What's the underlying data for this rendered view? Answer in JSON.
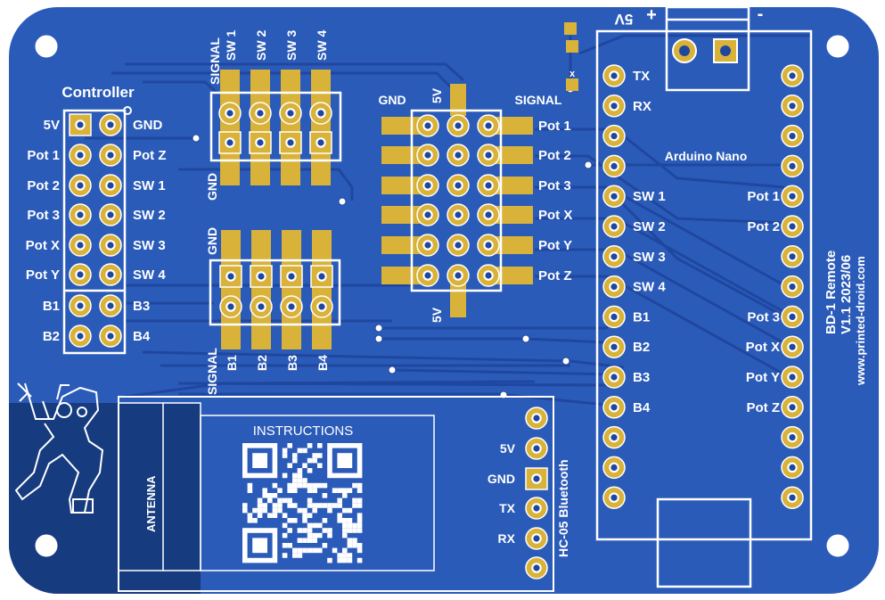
{
  "board": {
    "board_color": "#2b5bb8",
    "board_dark": "#163b7e",
    "trace_color": "#1f47a0",
    "pad_color": "#d9b23a",
    "silk_color": "#ffffff",
    "power_label": "5V",
    "plus_label": "+",
    "minus_label": "-",
    "x_mark": "x",
    "board_title": "BD-1 Remote",
    "version": "V1.1 2023/06",
    "website": "www.printed-droid.com",
    "mascot_icon": "bd1-droid-icon"
  },
  "controller": {
    "title": "Controller",
    "left_labels": [
      "5V",
      "Pot 1",
      "Pot 2",
      "Pot 3",
      "Pot X",
      "Pot Y",
      "B1",
      "B2"
    ],
    "right_labels": [
      "GND",
      "Pot Z",
      "SW 1",
      "SW 2",
      "SW 3",
      "SW 4",
      "B3",
      "B4"
    ]
  },
  "switch_header_top": {
    "column_labels": [
      "SW 1",
      "SW 2",
      "SW 3",
      "SW 4"
    ],
    "signal_label": "SIGNAL",
    "gnd_label": "GND"
  },
  "button_header_bottom": {
    "column_labels": [
      "B1",
      "B2",
      "B3",
      "B4"
    ],
    "signal_label": "SIGNAL",
    "gnd_label": "GND"
  },
  "pot_header": {
    "gnd_label": "GND",
    "fivev_top_label": "5V",
    "fivev_bottom_label": "5V",
    "signal_label": "SIGNAL",
    "labels": [
      "Pot 1",
      "Pot 2",
      "Pot 3",
      "Pot X",
      "Pot Y",
      "Pot Z"
    ]
  },
  "arduino": {
    "title": "Arduino Nano",
    "left_labels": [
      "TX",
      "RX",
      "",
      "",
      "SW 1",
      "SW 2",
      "SW 3",
      "SW 4",
      "B1",
      "B2",
      "B3",
      "B4",
      "",
      "",
      ""
    ],
    "right_labels": [
      "",
      "",
      "",
      "",
      "Pot 1",
      "Pot 2",
      "",
      "",
      "Pot 3",
      "Pot X",
      "Pot Y",
      "Pot Z",
      "",
      "",
      ""
    ]
  },
  "bluetooth": {
    "title": "HC-05 Bluetooth",
    "pin_labels": [
      "",
      "5V",
      "GND",
      "TX",
      "RX",
      ""
    ],
    "antenna_label": "ANTENNA",
    "instructions_label": "INSTRUCTIONS",
    "qr_icon": "qr-code-icon"
  }
}
